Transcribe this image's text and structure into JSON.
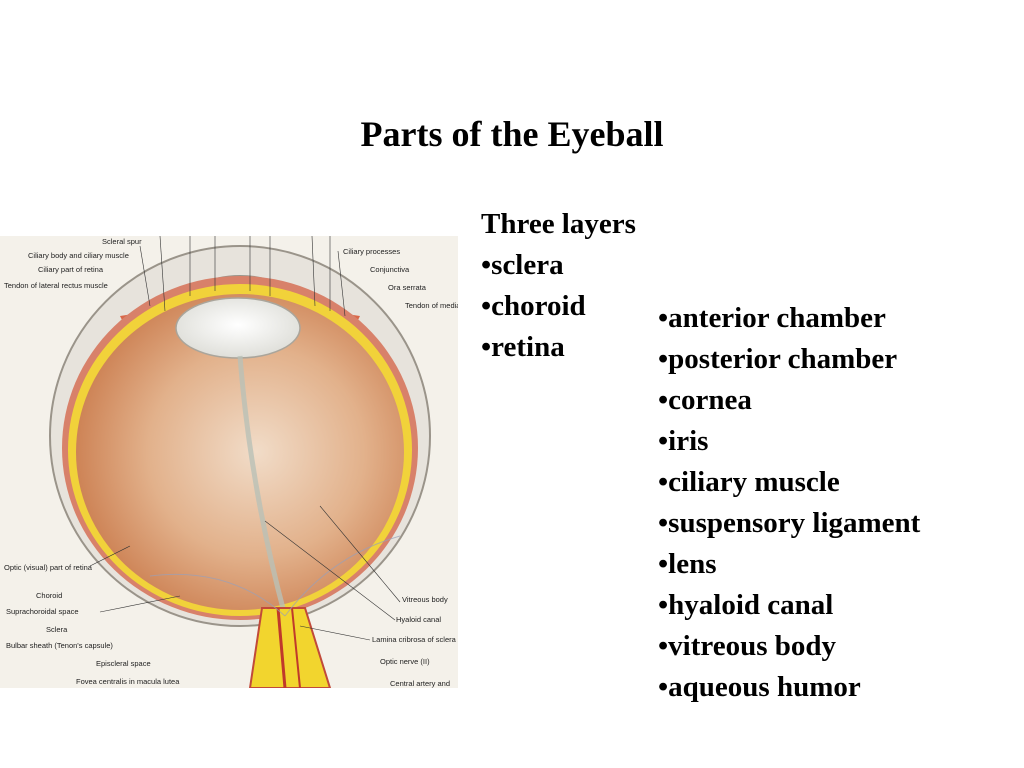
{
  "title": "Parts of the Eyeball",
  "layers": {
    "heading": "Three layers",
    "items": [
      "•sclera",
      "•choroid",
      "•retina"
    ]
  },
  "parts": {
    "items": [
      "•anterior chamber",
      "•posterior chamber",
      "•cornea",
      "•iris",
      "•ciliary muscle",
      "•suspensory ligament",
      "•lens",
      "•hyaloid canal",
      "•vitreous body",
      "•aqueous humor"
    ]
  },
  "figure": {
    "labels": {
      "scleral_spur": "Scleral spur",
      "ciliary_body_muscle": "Ciliary body and ciliary muscle",
      "ciliary_part_retina": "Ciliary part of retina",
      "tendon_lateral": "Tendon of lateral rectus muscle",
      "ciliary_processes": "Ciliary processes",
      "conjunctiva": "Conjunctiva",
      "ora_serrata": "Ora serrata",
      "tendon_medial": "Tendon of medial rectus muscle",
      "optic_part_retina": "Optic (visual) part of retina",
      "choroid": "Choroid",
      "suprachoroidal": "Suprachoroidal space",
      "sclera": "Sclera",
      "bulbar_sheath": "Bulbar sheath (Tenon's capsule)",
      "episcleral": "Episcleral space",
      "fovea": "Fovea centralis in macula lutea",
      "vitreous_body": "Vitreous body",
      "hyaloid_canal": "Hyaloid canal",
      "lamina_cribrosa": "Lamina cribrosa of sclera",
      "optic_nerve": "Optic nerve (II)",
      "central_artery": "Central artery and"
    }
  }
}
